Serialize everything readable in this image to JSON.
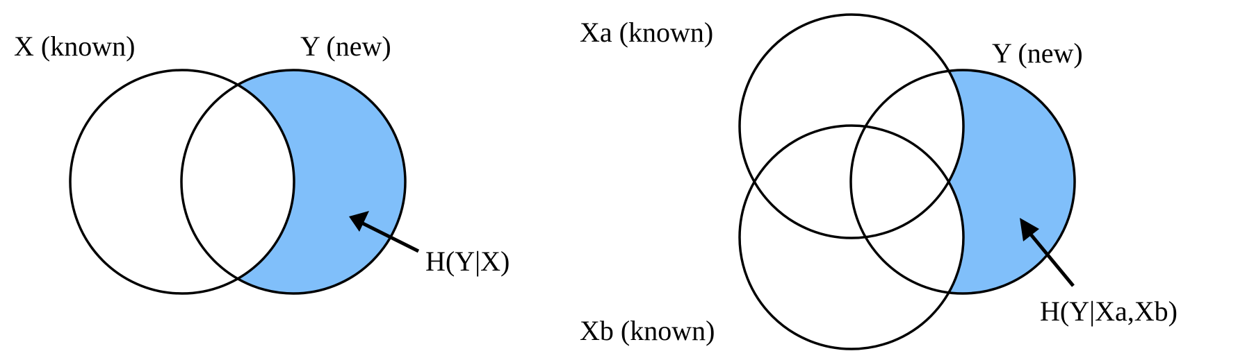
{
  "colors": {
    "fill": "#80BFFA",
    "stroke": "#000000",
    "background": "#FFFFFF"
  },
  "diagrams": [
    {
      "labels": {
        "x": "X (known)",
        "y": "Y (new)",
        "arrow": "H(Y|X)"
      }
    },
    {
      "labels": {
        "xa": "Xa (known)",
        "xb": "Xb (known)",
        "y": "Y (new)",
        "arrow": "H(Y|Xa,Xb)"
      }
    }
  ]
}
